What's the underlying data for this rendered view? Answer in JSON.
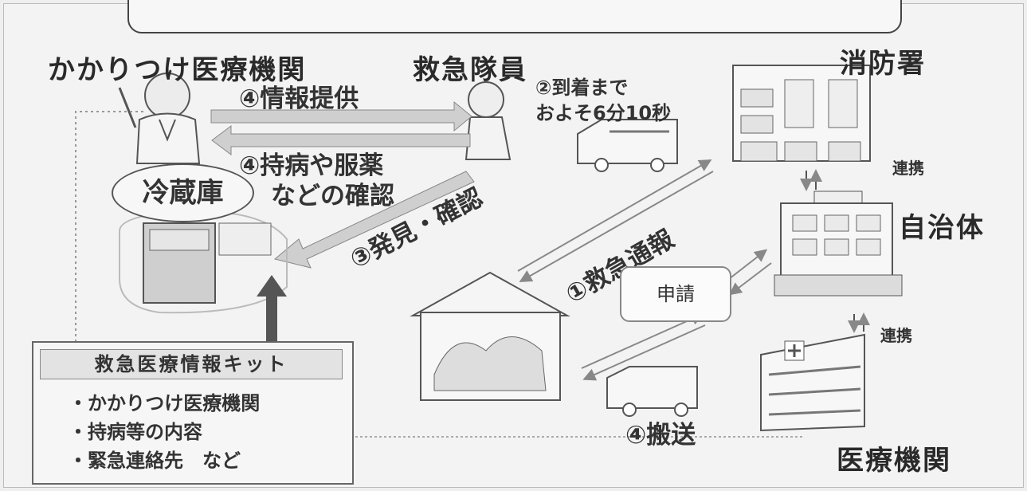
{
  "nodes": {
    "clinic": "かかりつけ医療機関",
    "paramedic": "救急隊員",
    "fire_station": "消防署",
    "municipality": "自治体",
    "hospital": "医療機関",
    "fridge": "冷蔵庫"
  },
  "steps": {
    "info_provide": "④情報提供",
    "confirm_line1": "④持病や服薬",
    "confirm_line2": "などの確認",
    "arrival_line1": "②到着まで",
    "arrival_line2": "およそ6分10秒",
    "discover": "③発見・確認",
    "emergency_call": "①救急通報",
    "transport": "④搬送"
  },
  "labels": {
    "link1": "連携",
    "link2": "連携",
    "apply": "申請"
  },
  "kit": {
    "title": "救急医療情報キット",
    "items": [
      "・かかりつけ医療機関",
      "・持病等の内容",
      "・緊急連絡先　など"
    ]
  }
}
